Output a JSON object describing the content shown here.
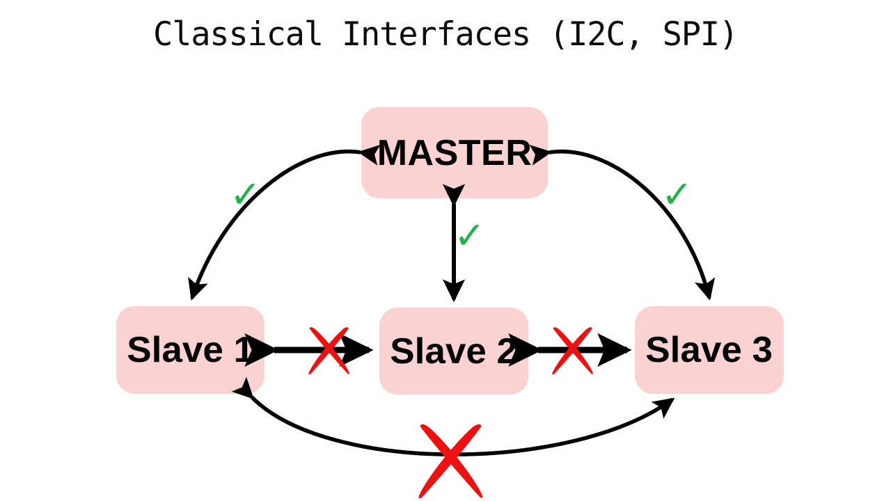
{
  "slide": {
    "title": "Classical Interfaces (I2C, SPI)",
    "background_color": "#ffffff"
  },
  "palette": {
    "node_fill": "#fbd2d2",
    "node_text": "#000000",
    "arrow": "#000000",
    "allowed_mark": "#22b24b",
    "blocked_mark": "#ee1111",
    "title_text": "#0b0b0b"
  },
  "nodes": [
    {
      "id": "master",
      "label": "MASTER",
      "role": "master"
    },
    {
      "id": "slave1",
      "label": "Slave 1",
      "role": "slave"
    },
    {
      "id": "slave2",
      "label": "Slave 2",
      "role": "slave"
    },
    {
      "id": "slave3",
      "label": "Slave 3",
      "role": "slave"
    }
  ],
  "links": [
    {
      "id": "master-slave1",
      "from": "MASTER",
      "to": "Slave 1",
      "style": "curved-double-arrow",
      "status": "allowed",
      "marker": "check"
    },
    {
      "id": "master-slave2",
      "from": "MASTER",
      "to": "Slave 2",
      "style": "straight-double-arrow",
      "status": "allowed",
      "marker": "check"
    },
    {
      "id": "master-slave3",
      "from": "MASTER",
      "to": "Slave 3",
      "style": "curved-double-arrow",
      "status": "allowed",
      "marker": "check"
    },
    {
      "id": "slave1-slave2",
      "from": "Slave 1",
      "to": "Slave 2",
      "style": "straight-double-arrow",
      "status": "blocked",
      "marker": "cross"
    },
    {
      "id": "slave2-slave3",
      "from": "Slave 2",
      "to": "Slave 3",
      "style": "straight-double-arrow",
      "status": "blocked",
      "marker": "cross"
    },
    {
      "id": "slave1-slave3",
      "from": "Slave 1",
      "to": "Slave 3",
      "style": "curved-double-arrow",
      "status": "blocked",
      "marker": "cross"
    }
  ],
  "markers": {
    "check_glyph": "✓",
    "cross_name": "hand-drawn-red-x",
    "check_count": 3,
    "cross_count": 3
  }
}
